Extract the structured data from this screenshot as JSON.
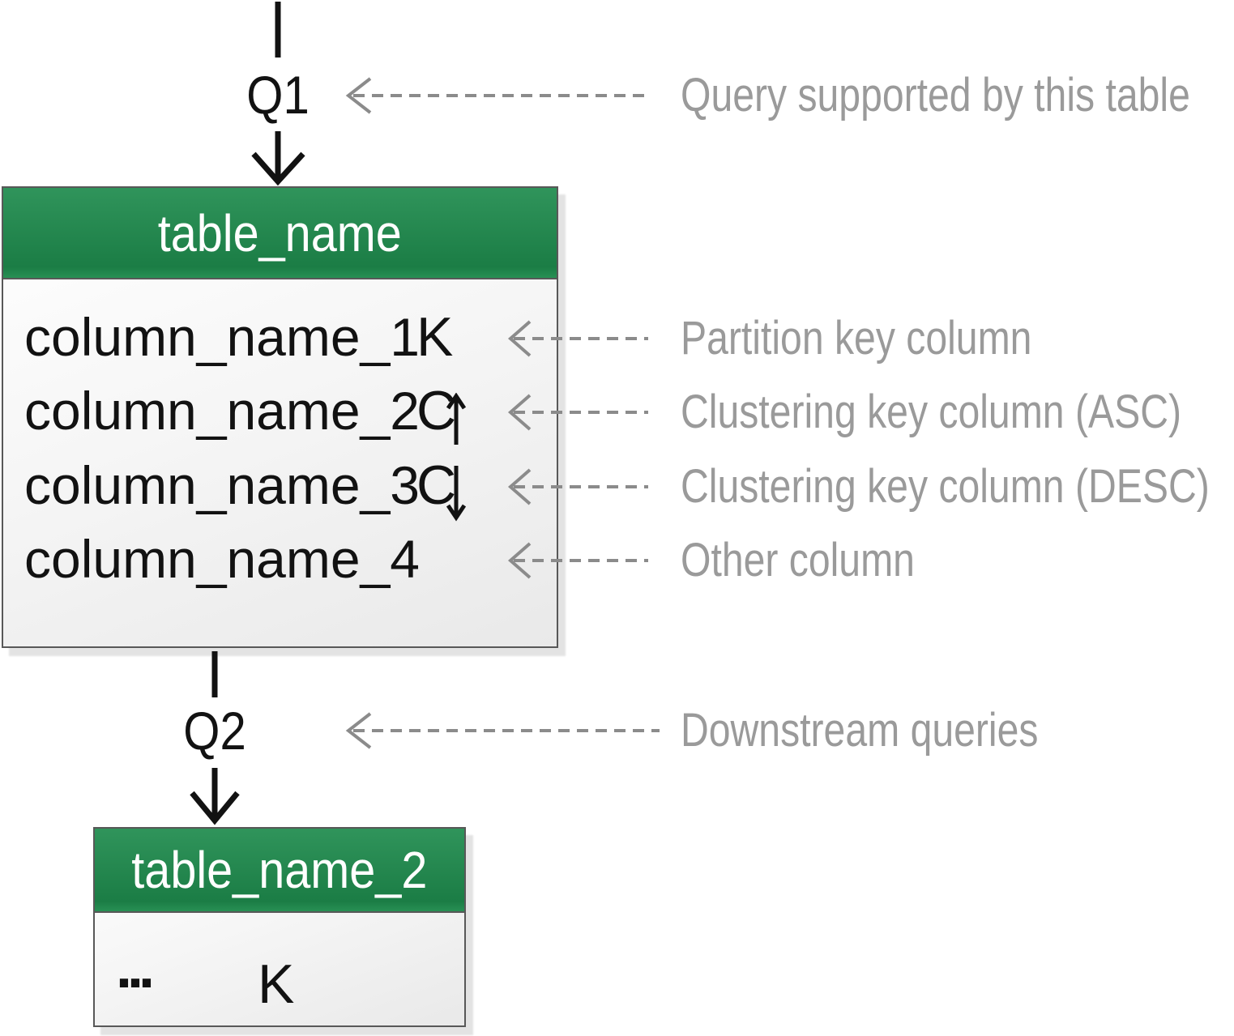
{
  "diagram": {
    "colors": {
      "header_green": "#1e8b4d",
      "header_text": "#ffffff",
      "ink": "#121212",
      "annotation_gray": "#9a9a9a",
      "arrow_gray": "#8b8b8b",
      "border_gray": "#585858",
      "shadow_gray": "#e3e3e3",
      "bg": "#ffffff"
    },
    "queries": [
      {
        "label": "Q1",
        "annotation": "Query supported by this table"
      },
      {
        "label": "Q2",
        "annotation": "Downstream queries"
      }
    ],
    "tables": [
      {
        "title": "table_name",
        "rows": [
          {
            "name": "column_name_1",
            "key": "K",
            "annotation": "Partition key column"
          },
          {
            "name": "column_name_2",
            "key": "C",
            "annotation": "Clustering key column (ASC)"
          },
          {
            "name": "column_name_3",
            "key": "C",
            "annotation": "Clustering key column (DESC)"
          },
          {
            "name": "column_name_4",
            "key": "",
            "annotation": "Other column"
          }
        ]
      },
      {
        "title": "table_name_2",
        "rows": [
          {
            "name": "...",
            "key": "K"
          }
        ]
      }
    ]
  }
}
